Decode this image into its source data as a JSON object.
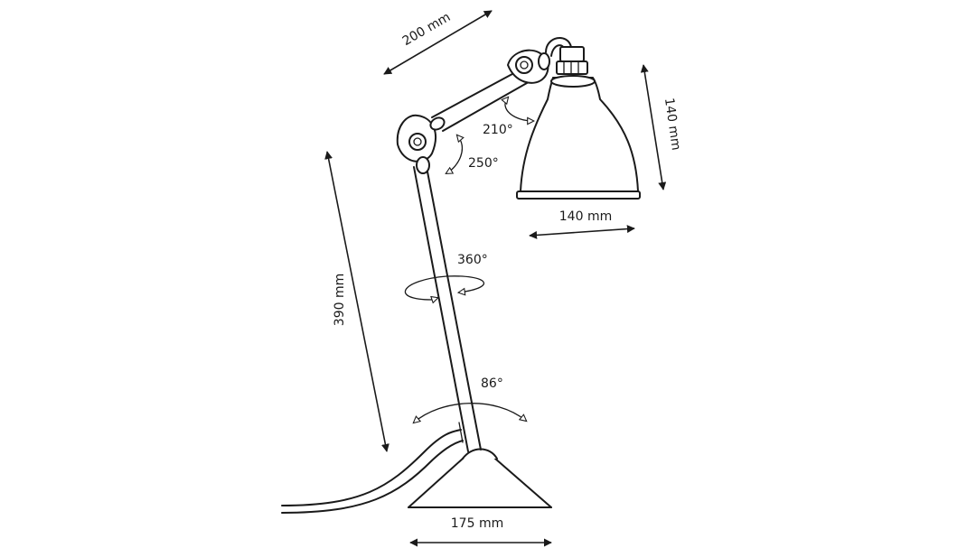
{
  "dimensions": {
    "arm_upper": "200 mm",
    "shade_height": "140 mm",
    "shade_width": "140 mm",
    "arm_lower": "390 mm",
    "base_width": "175 mm"
  },
  "angles": {
    "shade_rotation": "210°",
    "elbow_rotation": "250°",
    "stem_swivel": "360°",
    "base_tilt": "86°"
  },
  "colors": {
    "line": "#1a1a1a",
    "background": "#ffffff"
  }
}
